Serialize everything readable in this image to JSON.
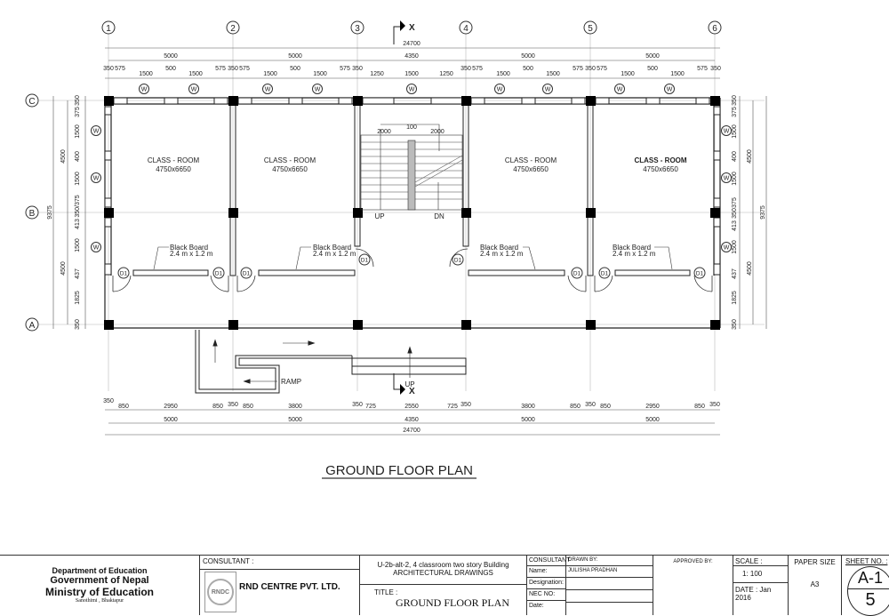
{
  "drawing": {
    "title": "GROUND FLOOR PLAN",
    "grid_columns": [
      "1",
      "2",
      "3",
      "4",
      "5",
      "6"
    ],
    "grid_rows": [
      "C",
      "B",
      "A"
    ],
    "section_marker": "X",
    "top_dims": {
      "overall": "24700",
      "bays": [
        "5000",
        "5000",
        "4350",
        "5000",
        "5000"
      ],
      "segments_bay1": [
        "350",
        "575",
        "1500",
        "500",
        "1500",
        "575"
      ],
      "segments_bay2": [
        "350",
        "575",
        "1500",
        "500",
        "1500",
        "575"
      ],
      "segments_bay3": [
        "350",
        "1250",
        "1500",
        "1250"
      ],
      "segments_bay4": [
        "350",
        "575",
        "1500",
        "500",
        "1500",
        "575"
      ],
      "segments_bay5": [
        "350",
        "575",
        "1500",
        "500",
        "1500",
        "575",
        "350"
      ]
    },
    "bottom_dims": {
      "overall": "24700",
      "bays": [
        "5000",
        "5000",
        "4350",
        "5000",
        "5000"
      ],
      "segments": [
        "350",
        "850",
        "2950",
        "850",
        "350",
        "850",
        "3800",
        "350",
        "725",
        "2550",
        "725",
        "350",
        "3800",
        "850",
        "350",
        "850",
        "2950",
        "850",
        "350"
      ]
    },
    "left_dims": {
      "overall": "9375",
      "halves": [
        "4500",
        "4500"
      ],
      "segments": [
        "350",
        "375",
        "1500",
        "400",
        "1500",
        "350/375",
        "413",
        "1500",
        "437",
        "1825",
        "350"
      ]
    },
    "right_dims": {
      "overall": "9375",
      "halves": [
        "4500",
        "4500"
      ],
      "segments": [
        "350",
        "375",
        "1500",
        "400",
        "1500",
        "375",
        "350",
        "413",
        "1500",
        "437",
        "1825",
        "350"
      ]
    },
    "rooms": [
      {
        "name": "CLASS - ROOM",
        "size": "4750x6650"
      },
      {
        "name": "CLASS - ROOM",
        "size": "4750x6650"
      },
      {
        "name": "CLASS - ROOM",
        "size": "4750x6650"
      },
      {
        "name": "CLASS - ROOM",
        "size": "4750x6650"
      }
    ],
    "blackboard": {
      "label": "Black Board",
      "size": "2.4 m x 1.2 m"
    },
    "window_tag": "W",
    "door_tag": "D1",
    "stair": {
      "up": "UP",
      "dn": "DN",
      "dims": [
        "2000",
        "100",
        "2000"
      ]
    },
    "ramp": {
      "label": "RAMP",
      "up": "UP"
    }
  },
  "title_block": {
    "owner": {
      "dept": "Department of Education",
      "gov": "Government of Nepal",
      "ministry": "Ministry of Education",
      "address": "Sanothimi , Bhaktapur"
    },
    "consultant_label": "CONSULTANT :",
    "consultant_logo": "RNDC",
    "consultant_name": "RND CENTRE PVT. LTD.",
    "project_line1": "U-2b-alt-2, 4 classroom two story Building",
    "project_line2": "ARCHITECTURAL DRAWINGS",
    "title_label": "TITLE :",
    "title_value": "GROUND FLOOR PLAN",
    "fields": {
      "consultant": "CONSULTANT",
      "name": "Name:",
      "designation": "Designation:",
      "nec": "NEC NO:",
      "date": "Date:"
    },
    "drawn_by_label": "DRAWN BY:",
    "drawn_by": "JULISHA PRADHAN",
    "approved_by_label": "APPROVED BY:",
    "scale_label": "SCALE :",
    "scale": "1: 100",
    "date_label": "DATE : Jan 2016",
    "paper_size_label": "PAPER SIZE",
    "paper_size": "A3",
    "sheet_no_label": "SHEET NO. :",
    "sheet_code": "A-1",
    "sheet_num": "5"
  }
}
